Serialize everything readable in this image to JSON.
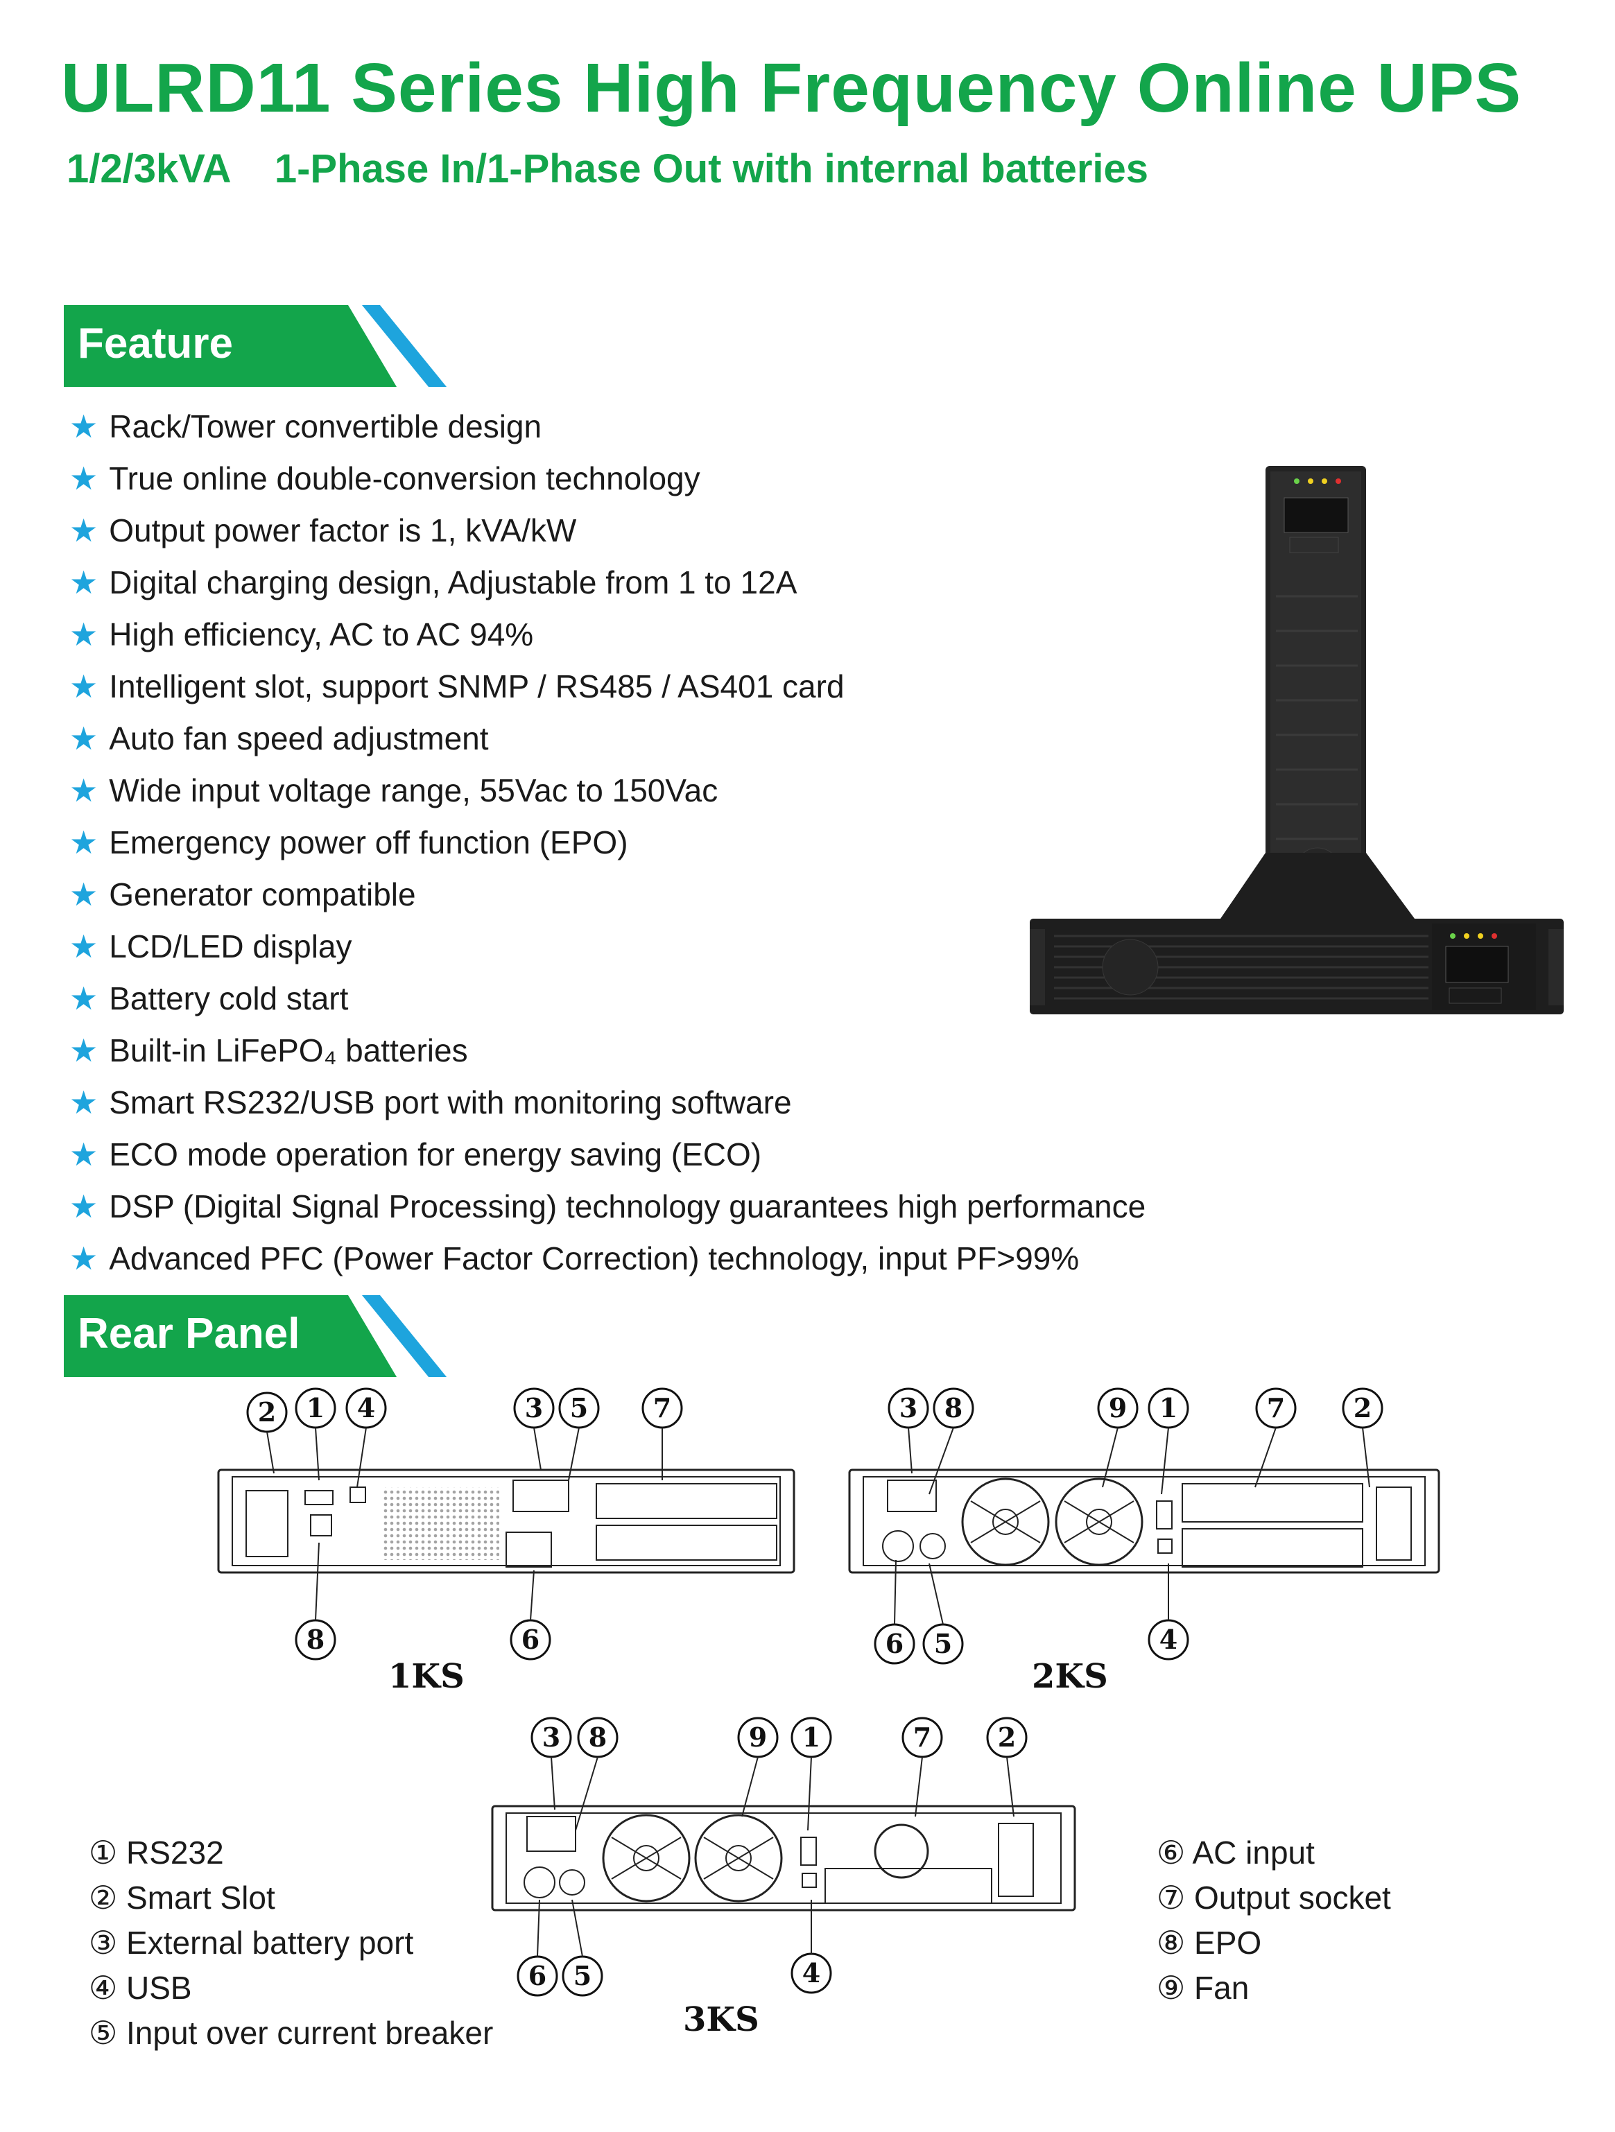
{
  "header": {
    "title": "ULRD11 Series High Frequency Online UPS",
    "subtitle": "1/2/3kVA    1-Phase In/1-Phase Out with internal batteries"
  },
  "sections": {
    "feature": "Feature",
    "rear_panel": "Rear Panel"
  },
  "features": [
    "Rack/Tower convertible design",
    "True online double-conversion technology",
    "Output power factor is 1, kVA/kW",
    "Digital charging design, Adjustable from 1 to 12A",
    "High efficiency, AC to AC 94%",
    "Intelligent slot, support SNMP / RS485 / AS401 card",
    "Auto fan speed adjustment",
    "Wide input voltage range, 55Vac to 150Vac",
    "Emergency power off function (EPO)",
    "Generator compatible",
    "LCD/LED display",
    "Battery cold start",
    "Built-in LiFePO₄ batteries",
    "Smart RS232/USB port with monitoring software",
    "ECO mode operation for energy saving (ECO)",
    "DSP (Digital Signal Processing) technology guarantees high performance",
    "Advanced PFC (Power Factor Correction) technology, input PF>99%"
  ],
  "star_glyph": "★",
  "legend_left": [
    "① RS232",
    "② Smart Slot",
    "③ External battery port",
    "④ USB",
    "⑤ Input over current breaker"
  ],
  "legend_right": [
    "⑥ AC input",
    "⑦ Output socket",
    "⑧ EPO",
    "⑨ Fan"
  ],
  "models": {
    "m1": "1KS",
    "m2": "2KS",
    "m3": "3KS"
  },
  "callouts": {
    "m1_top": [
      "2",
      "1",
      "4",
      "3",
      "5",
      "7"
    ],
    "m1_bottom": [
      "8",
      "6"
    ],
    "m2_top": [
      "3",
      "8",
      "9",
      "1",
      "7",
      "2"
    ],
    "m2_bottom": [
      "6",
      "5",
      "4"
    ],
    "m3_top": [
      "3",
      "8",
      "9",
      "1",
      "7",
      "2"
    ],
    "m3_bottom": [
      "6",
      "5",
      "4"
    ]
  },
  "colors": {
    "brand_green": "#13a54b",
    "accent_blue": "#1ea4dd"
  }
}
